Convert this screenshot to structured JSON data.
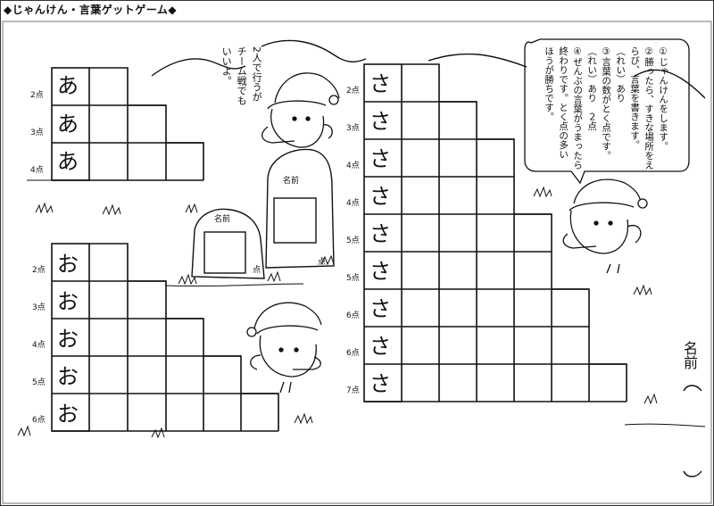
{
  "title": "◆じゃんけん・言葉ゲットゲーム◆",
  "name_label": "名前",
  "team_note": [
    "2人で行うが",
    "チーム戦でも",
    "いいよ。"
  ],
  "rules": [
    "①じゃんけんをします。",
    "②勝ったら、すきな場所をえ",
    "らび、言葉を書きます。",
    "（れい）あり",
    "③言葉の数がとく点です。",
    "（れい）あり　２点",
    "④ぜんぶの言葉がうまったら",
    "終わりです。とく点の多い",
    "ほうが勝ちです。"
  ],
  "stone_label": "名前",
  "stone_points": "点",
  "grids": {
    "a": {
      "kana": "あ",
      "rows": [
        {
          "label": "2点"
        },
        {
          "label": "3点"
        },
        {
          "label": "4点"
        }
      ]
    },
    "o": {
      "kana": "お",
      "rows": [
        {
          "label": "2点"
        },
        {
          "label": "3点"
        },
        {
          "label": "4点"
        },
        {
          "label": "5点"
        },
        {
          "label": "6点"
        }
      ]
    },
    "sa": {
      "kana": "さ",
      "rows": [
        {
          "label": "2点"
        },
        {
          "label": "3点"
        },
        {
          "label": "4点"
        },
        {
          "label": "4点"
        },
        {
          "label": "5点"
        },
        {
          "label": "5点"
        },
        {
          "label": "6点"
        },
        {
          "label": "6点"
        },
        {
          "label": "7点"
        }
      ]
    }
  },
  "icons": [
    "santa-hat-bird-icon",
    "stone-monument-icon",
    "hill-outline-icon",
    "grass-tuft-icon"
  ]
}
